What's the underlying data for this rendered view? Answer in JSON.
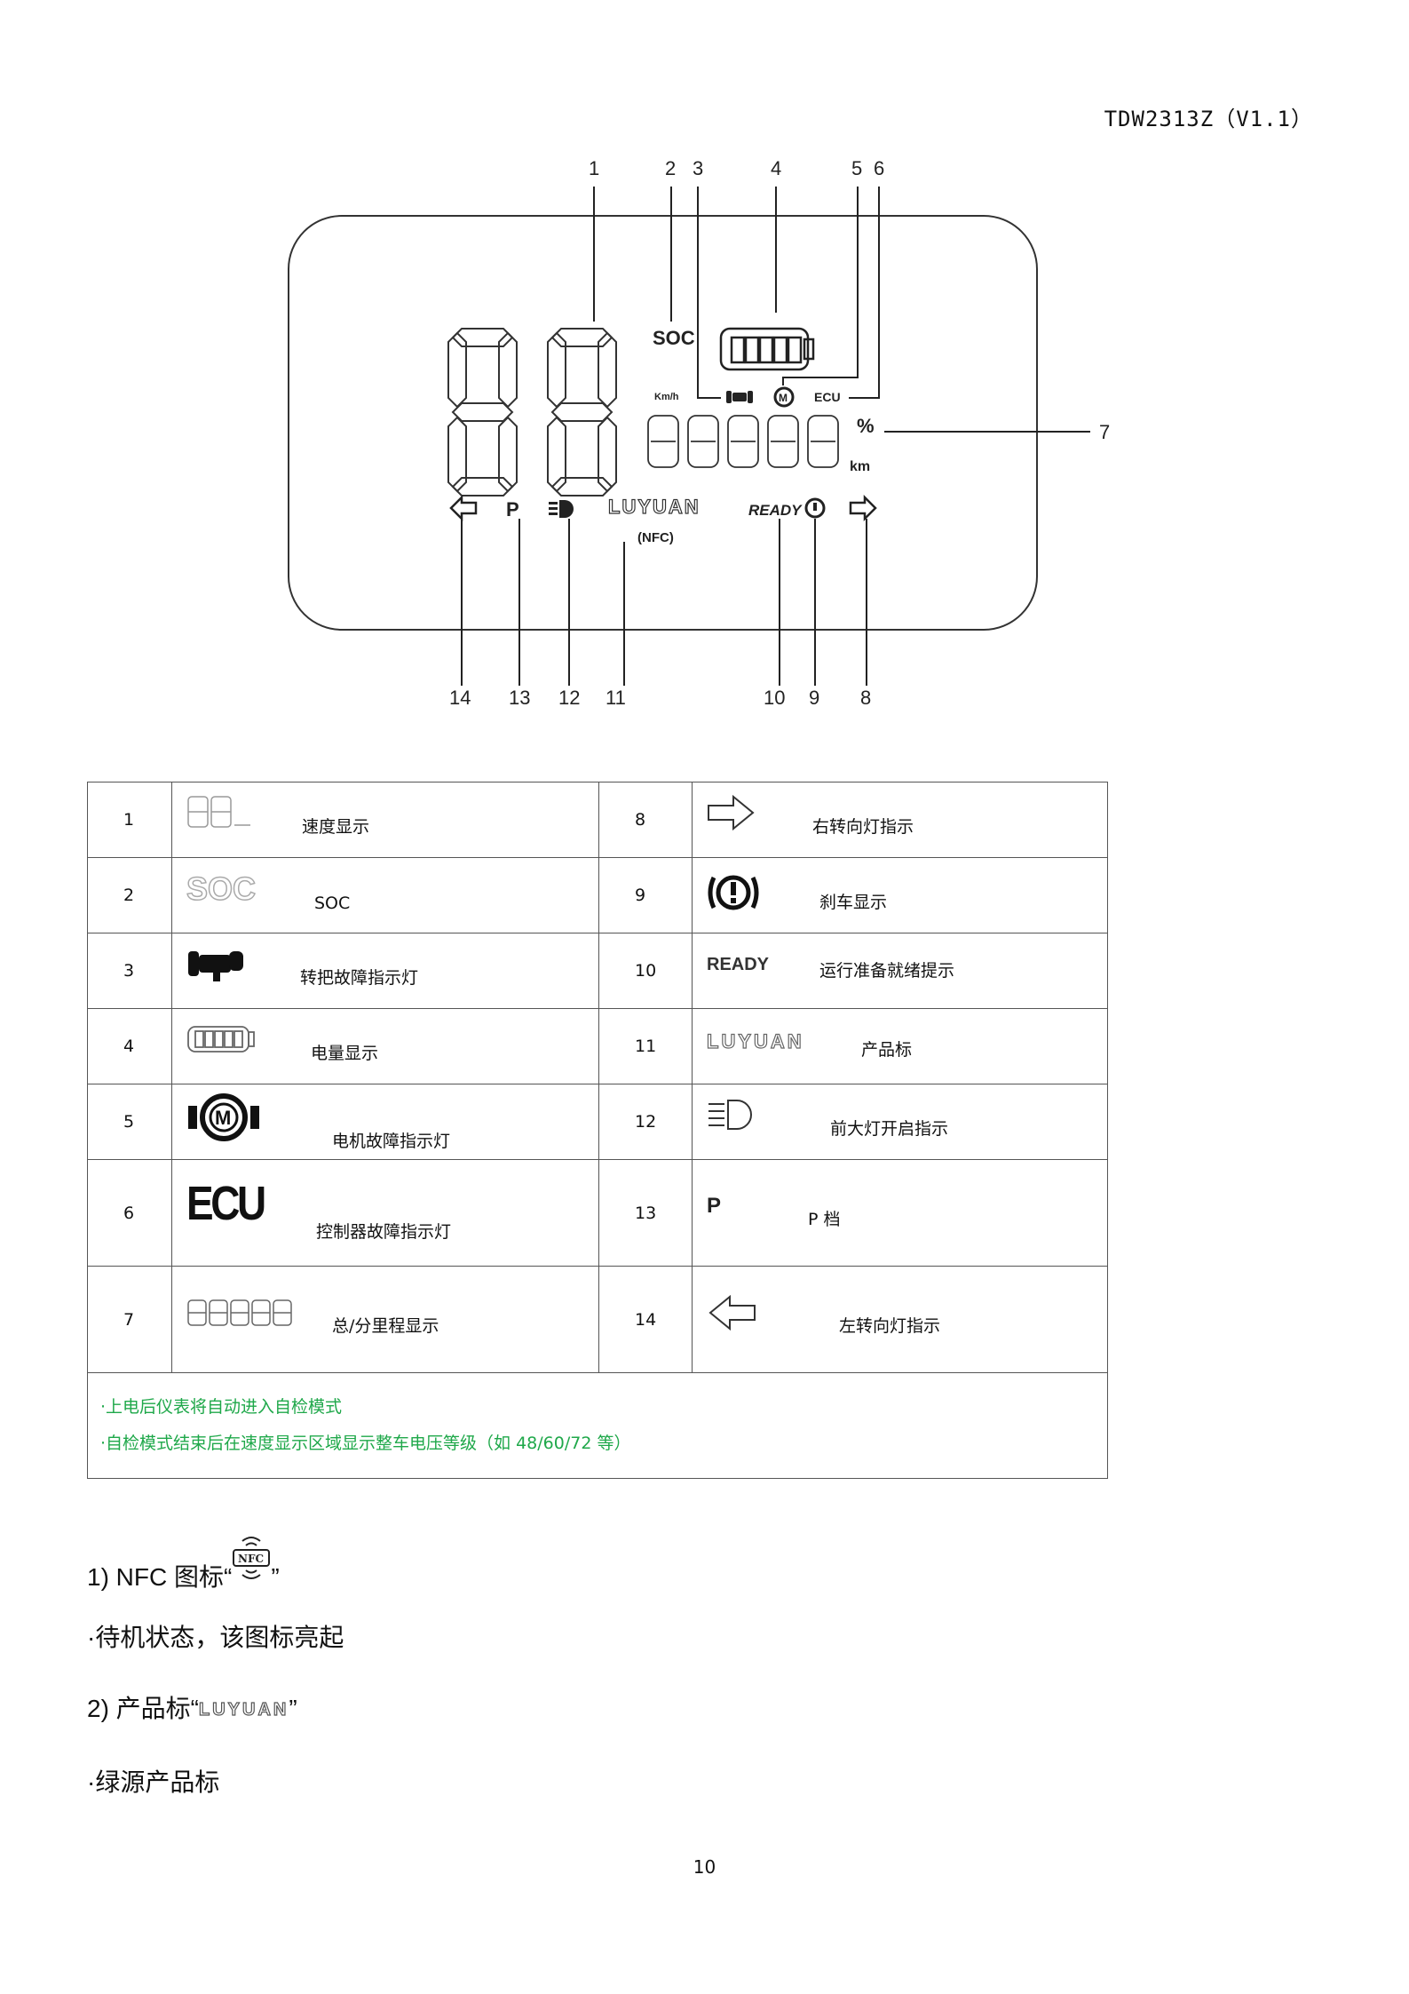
{
  "header": {
    "doc_code": "TDW2313Z（V1.1）"
  },
  "diagram": {
    "callouts_top": [
      "1",
      "2",
      "3",
      "4",
      "5",
      "6"
    ],
    "callout_right": "7",
    "callouts_bottom": [
      "14",
      "13",
      "12",
      "11",
      "10",
      "9",
      "8"
    ],
    "lcd_labels": {
      "soc": "SOC",
      "kmh": "Km/h",
      "ecu": "ECU",
      "percent": "%",
      "km": "km",
      "p": "P",
      "brand": "LUYUAN",
      "nfc": "(NFC)",
      "ready": "READY"
    }
  },
  "legend": {
    "rows": [
      {
        "left_num": "1",
        "left_label": "速度显示",
        "left_icon": "speed-digits-icon",
        "right_num": "8",
        "right_label": "右转向灯指示",
        "right_icon": "right-arrow-icon"
      },
      {
        "left_num": "2",
        "left_label": "SOC",
        "left_icon": "soc-icon",
        "left_icon_text": "SOC",
        "right_num": "9",
        "right_label": "刹车显示",
        "right_icon": "brake-icon"
      },
      {
        "left_num": "3",
        "left_label": "转把故障指示灯",
        "left_icon": "throttle-fault-icon",
        "right_num": "10",
        "right_label": "运行准备就绪提示",
        "right_icon": "ready-icon",
        "right_icon_text": "READY"
      },
      {
        "left_num": "4",
        "left_label": "电量显示",
        "left_icon": "battery-icon",
        "right_num": "11",
        "right_label": "产品标",
        "right_icon": "brand-logo-icon",
        "right_icon_text": "LUYUAN"
      },
      {
        "left_num": "5",
        "left_label": "电机故障指示灯",
        "left_icon": "motor-fault-icon",
        "right_num": "12",
        "right_label": "前大灯开启指示",
        "right_icon": "headlight-icon"
      },
      {
        "left_num": "6",
        "left_label": "控制器故障指示灯",
        "left_icon": "ecu-icon",
        "left_icon_text": "ECU",
        "right_num": "13",
        "right_label": "P 档",
        "right_icon": "park-icon",
        "right_icon_text": "P"
      },
      {
        "left_num": "7",
        "left_label": "总/分里程显示",
        "left_icon": "odometer-digits-icon",
        "right_num": "14",
        "right_label": "左转向灯指示",
        "right_icon": "left-arrow-icon"
      }
    ],
    "notes": [
      "·上电后仪表将自动进入自检模式",
      "·自检模式结束后在速度显示区域显示整车电压等级（如 48/60/72 等）"
    ],
    "note_color": "#1fa84a"
  },
  "sections": [
    {
      "heading_prefix": "1) NFC 图标“",
      "heading_suffix": "”",
      "icon": "nfc-icon",
      "icon_text": "NFC",
      "body": "·待机状态，该图标亮起"
    },
    {
      "heading_prefix": "2) 产品标“",
      "heading_suffix": "”",
      "icon": "brand-logo-icon",
      "icon_text": "LUYUAN",
      "body": "·绿源产品标"
    }
  ],
  "page_number": "10"
}
